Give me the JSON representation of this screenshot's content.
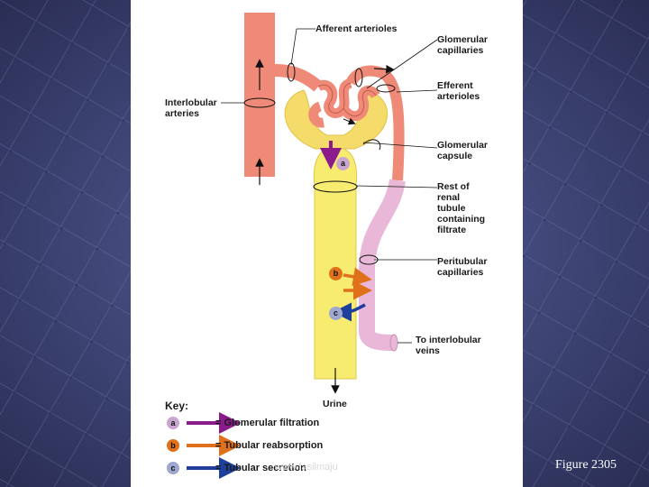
{
  "labels": {
    "afferent": "Afferent arterioles",
    "glomerular_capillaries": [
      "Glomerular",
      "capillaries"
    ],
    "efferent": [
      "Efferent",
      "arterioles"
    ],
    "interlobular_arteries": [
      "Interlobular",
      "arteries"
    ],
    "glomerular_capsule": [
      "Glomerular",
      "capsule"
    ],
    "rest_of_tubule": [
      "Rest of",
      "renal",
      "tubule",
      "containing",
      "filtrate"
    ],
    "peritubular": [
      "Peritubular",
      "capillaries"
    ],
    "to_veins": [
      "To interlobular",
      "veins"
    ],
    "urine": "Urine"
  },
  "badges": {
    "a": "a",
    "b": "b",
    "c": "c"
  },
  "key": {
    "title": "Key:",
    "items": [
      {
        "badge": "a",
        "text": "= Glomerular filtration",
        "color": "#8b1a8b",
        "badge_color": "#c9a6cf"
      },
      {
        "badge": "b",
        "text": "= Tubular reabsorption",
        "color": "#e0701a",
        "badge_color": "#e0701a"
      },
      {
        "badge": "c",
        "text": "= Tubular secretion",
        "color": "#1f3f9c",
        "badge_color": "#9ea7cf"
      }
    ]
  },
  "watermark": "www.fasilmaju",
  "figure_caption": "Figure 2305",
  "colors": {
    "artery": "#f08a78",
    "capsule": "#f5dc6a",
    "tubule": "#f8ec70",
    "peritubular": "#e9b8d8",
    "filtration": "#8b1a8b",
    "reabsorption": "#e0701a",
    "secretion": "#1f3f9c"
  }
}
